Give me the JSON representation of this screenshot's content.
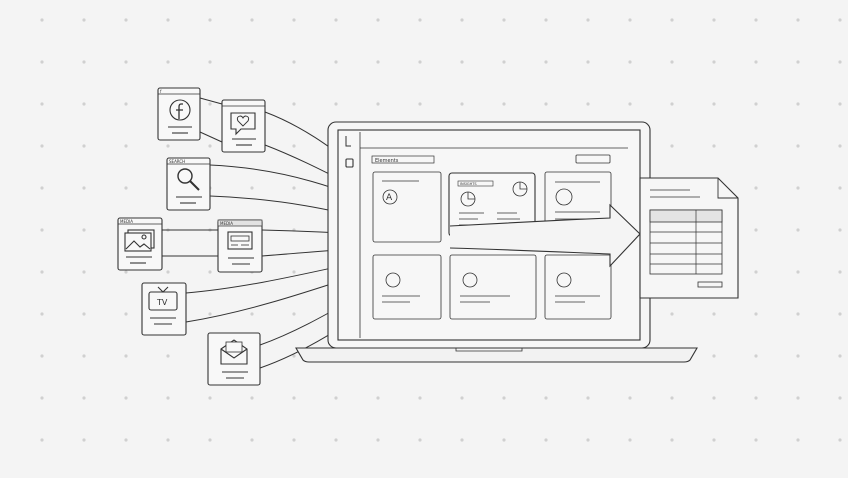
{
  "cards": {
    "facebook": {
      "label": "f",
      "icon": "facebook-icon"
    },
    "heart": {
      "icon": "heart-chat-icon"
    },
    "search": {
      "label": "SEARCH",
      "icon": "magnifier-icon"
    },
    "media_image": {
      "label": "MEDIA",
      "icon": "image-icon"
    },
    "media_web": {
      "label": "MEDIA",
      "icon": "webpage-icon"
    },
    "tv": {
      "label": "TV",
      "icon": "tv-icon"
    },
    "email": {
      "icon": "envelope-icon"
    }
  },
  "laptop": {
    "search_text": "Elements",
    "card_title": "INSIGHTS",
    "avatar_letter": "A"
  },
  "colors": {
    "background": "#f4f4f4",
    "stroke": "#333333",
    "dot": "#d0d0d0"
  }
}
